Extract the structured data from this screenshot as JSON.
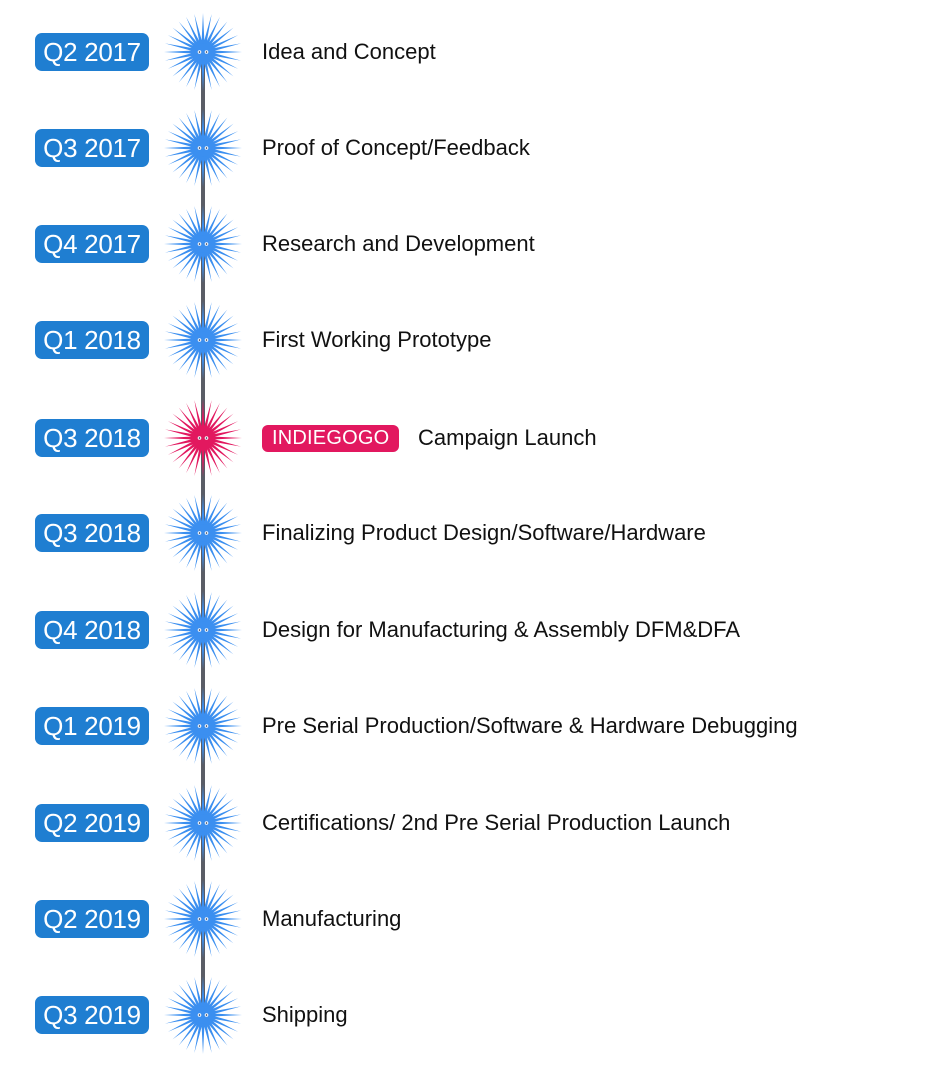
{
  "colors": {
    "badge": "#1f7ed1",
    "marker": "#3b8ff0",
    "highlight_marker": "#e2185f",
    "brand_badge": "#e2185f",
    "line": "#5a5d66"
  },
  "timeline": [
    {
      "date": "Q2 2017",
      "milestone": "Idea and Concept",
      "icon": "spiky-star-icon"
    },
    {
      "date": "Q3 2017",
      "milestone": "Proof of Concept/Feedback",
      "icon": "spiky-star-icon"
    },
    {
      "date": "Q4 2017",
      "milestone": "Research and Development",
      "icon": "spiky-star-icon"
    },
    {
      "date": "Q1 2018",
      "milestone": "First Working Prototype",
      "icon": "spiky-star-icon"
    },
    {
      "date": "Q3 2018",
      "milestone": "Campaign Launch",
      "badge": "INDIEGOGO",
      "icon": "spiky-star-icon",
      "highlight": true
    },
    {
      "date": "Q3 2018",
      "milestone": "Finalizing Product Design/Software/Hardware",
      "icon": "spiky-star-icon"
    },
    {
      "date": "Q4 2018",
      "milestone": "Design for Manufacturing & Assembly DFM&DFA",
      "icon": "spiky-star-icon"
    },
    {
      "date": "Q1 2019",
      "milestone": "Pre Serial Production/Software & Hardware Debugging",
      "icon": "spiky-star-icon"
    },
    {
      "date": "Q2 2019",
      "milestone": "Certifications/ 2nd Pre Serial Production Launch",
      "icon": "spiky-star-icon"
    },
    {
      "date": "Q2 2019",
      "milestone": "Manufacturing",
      "icon": "spiky-star-icon"
    },
    {
      "date": "Q3 2019",
      "milestone": "Shipping",
      "icon": "spiky-star-icon"
    }
  ]
}
